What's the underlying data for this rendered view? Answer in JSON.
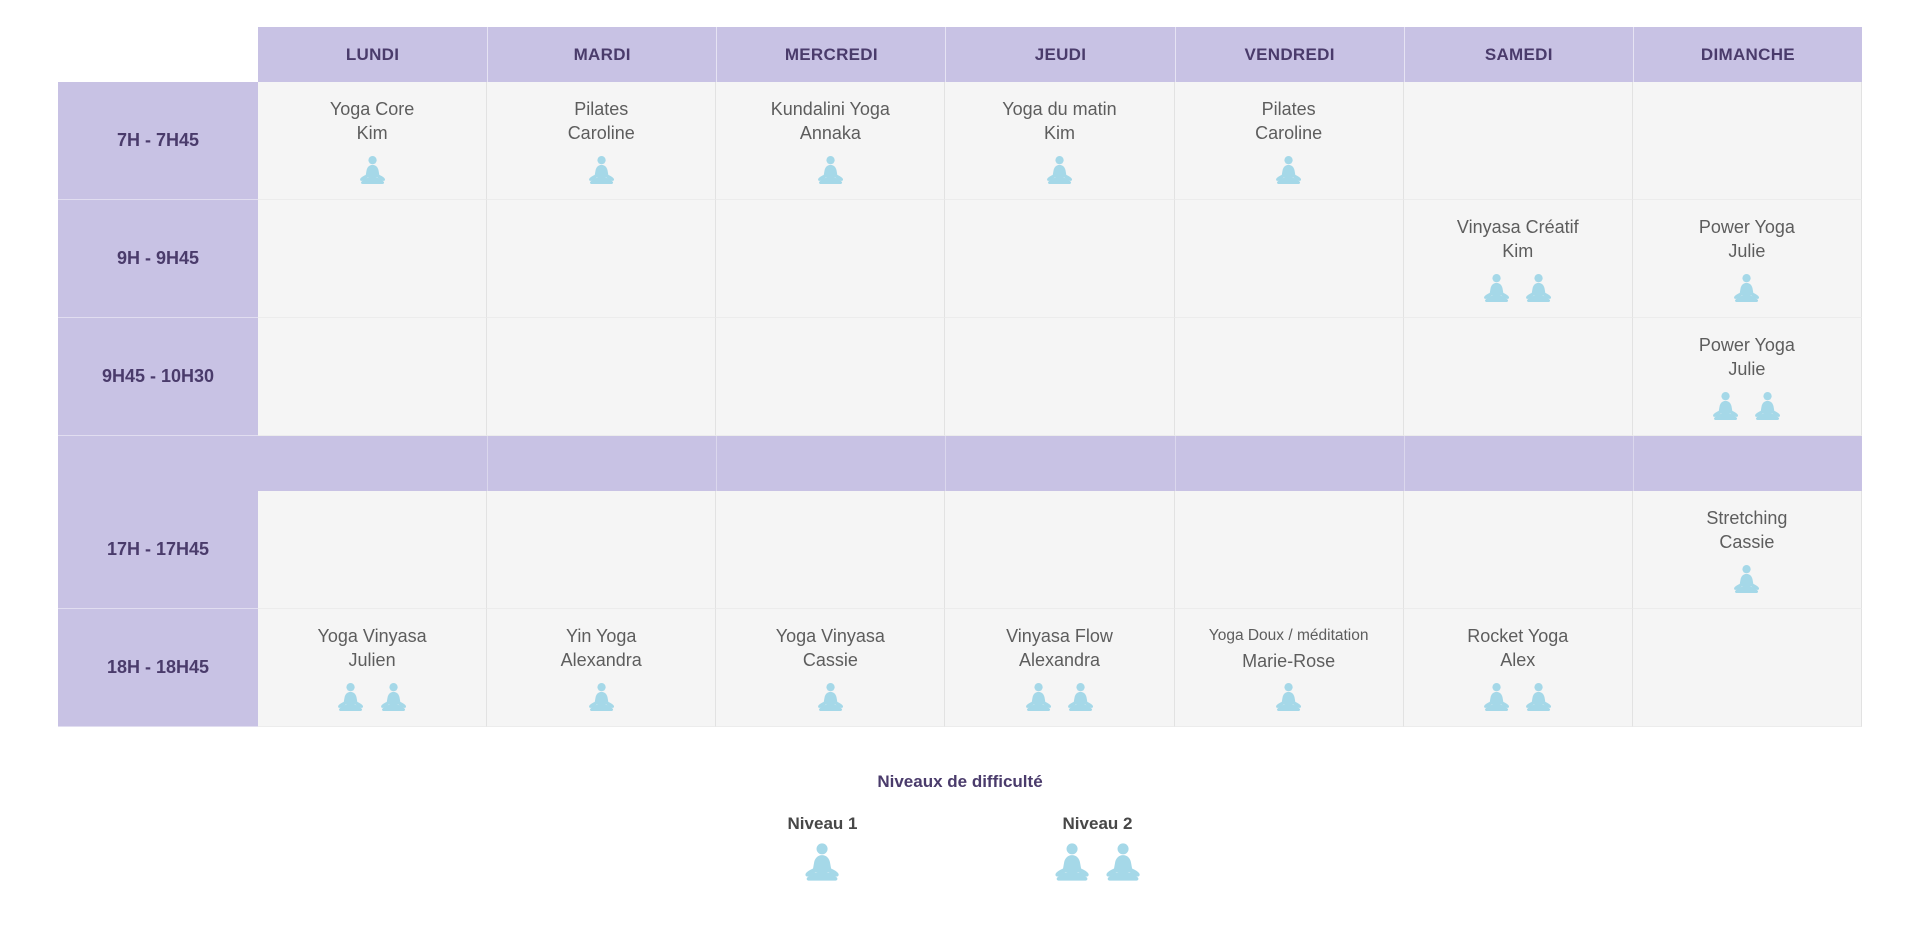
{
  "colors": {
    "header_bg": "#c8c2e4",
    "header_text": "#4a3b6b",
    "cell_bg": "#f5f5f5",
    "cell_text": "#5d5d5d",
    "icon": "#a5d8e8"
  },
  "days": [
    "LUNDI",
    "MARDI",
    "MERCREDI",
    "JEUDI",
    "VENDREDI",
    "SAMEDI",
    "DIMANCHE"
  ],
  "rows": [
    {
      "time": "7H - 7H45",
      "type": "classes",
      "cells": [
        {
          "title": "Yoga Core",
          "teacher": "Kim",
          "level": 1
        },
        {
          "title": "Pilates",
          "teacher": "Caroline",
          "level": 1
        },
        {
          "title": "Kundalini Yoga",
          "teacher": "Annaka",
          "level": 1
        },
        {
          "title": "Yoga du matin",
          "teacher": "Kim",
          "level": 1
        },
        {
          "title": "Pilates",
          "teacher": "Caroline",
          "level": 1
        },
        null,
        null
      ]
    },
    {
      "time": "9H - 9H45",
      "type": "classes",
      "cells": [
        null,
        null,
        null,
        null,
        null,
        {
          "title": "Vinyasa Créatif",
          "teacher": "Kim",
          "level": 2
        },
        {
          "title": "Power Yoga",
          "teacher": "Julie",
          "level": 1
        }
      ]
    },
    {
      "time": "9H45 - 10H30",
      "type": "classes",
      "cells": [
        null,
        null,
        null,
        null,
        null,
        null,
        {
          "title": "Power Yoga",
          "teacher": "Julie",
          "level": 2
        }
      ]
    },
    {
      "time": "",
      "type": "separator",
      "cells": [
        null,
        null,
        null,
        null,
        null,
        null,
        null
      ]
    },
    {
      "time": "17H - 17H45",
      "type": "classes",
      "cells": [
        null,
        null,
        null,
        null,
        null,
        null,
        {
          "title": "Stretching",
          "teacher": "Cassie",
          "level": 1
        }
      ]
    },
    {
      "time": "18H - 18H45",
      "type": "classes",
      "cells": [
        {
          "title": "Yoga Vinyasa",
          "teacher": "Julien",
          "level": 2
        },
        {
          "title": "Yin Yoga",
          "teacher": "Alexandra",
          "level": 1
        },
        {
          "title": "Yoga Vinyasa",
          "teacher": "Cassie",
          "level": 1
        },
        {
          "title": "Vinyasa Flow",
          "teacher": "Alexandra",
          "level": 2
        },
        {
          "title": "Yoga Doux / méditation",
          "teacher": "Marie-Rose",
          "level": 1
        },
        {
          "title": "Rocket Yoga",
          "teacher": "Alex",
          "level": 2
        },
        null
      ]
    }
  ],
  "legend": {
    "title": "Niveaux de difficulté",
    "items": [
      {
        "label": "Niveau 1",
        "level": 1
      },
      {
        "label": "Niveau 2",
        "level": 2
      }
    ]
  }
}
